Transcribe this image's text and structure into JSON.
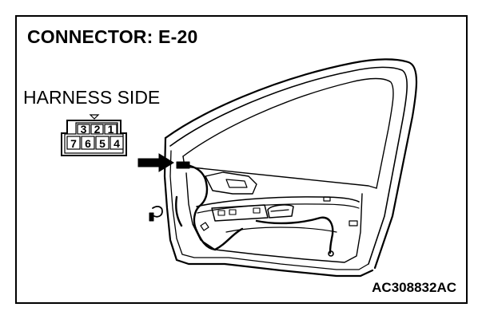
{
  "title": "CONNECTOR: E-20",
  "harness_label": "HARNESS SIDE",
  "connector": {
    "top_row": [
      "3",
      "2",
      "1"
    ],
    "bottom_row": [
      "7",
      "6",
      "5",
      "4"
    ]
  },
  "figure_code": "AC308832AC"
}
